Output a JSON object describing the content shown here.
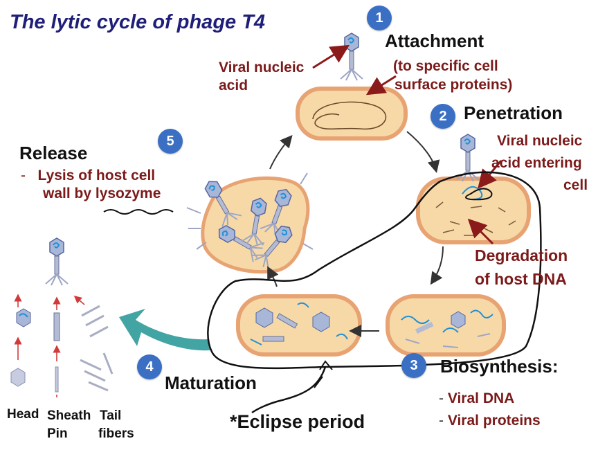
{
  "title": "The lytic cycle of phage T4",
  "steps": [
    {
      "num": "1",
      "heading": "Attachment",
      "notes": [
        "(to specific cell",
        "surface proteins)"
      ]
    },
    {
      "num": "2",
      "heading": "Penetration",
      "notes": [
        "Viral nucleic",
        "acid entering",
        "cell"
      ]
    },
    {
      "num": "3",
      "heading": "Biosynthesis:",
      "notes": [
        "Viral DNA",
        "Viral proteins"
      ],
      "bullet": "-"
    },
    {
      "num": "4",
      "heading": "Maturation"
    },
    {
      "num": "5",
      "heading": "Release",
      "notes": [
        "Lysis of host cell",
        "wall by lysozyme"
      ],
      "bullet": "-"
    }
  ],
  "labels": {
    "viral_nucleic_acid": [
      "Viral nucleic",
      "acid"
    ],
    "degradation": [
      "Degradation",
      "of host DNA"
    ],
    "eclipse": "*Eclipse period"
  },
  "parts": {
    "head": "Head",
    "sheath": "Sheath",
    "pin": "Pin",
    "tail": "Tail",
    "fibers": "fibers"
  },
  "colors": {
    "title": "#1f1f7a",
    "maroon": "#7b1a1a",
    "badge": "#3a6fc4",
    "cell_fill": "#f7d9a8",
    "cell_wall": "#e8a373",
    "teal": "#2f9a9a"
  }
}
